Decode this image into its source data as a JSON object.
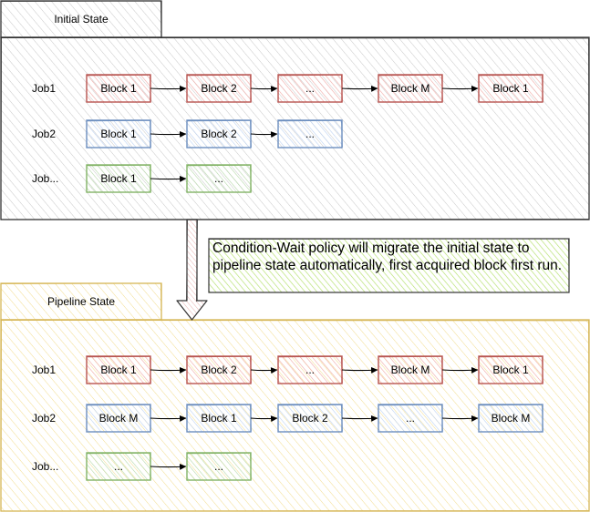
{
  "colors": {
    "panel_stroke": "#333333",
    "pipeline_stroke": "#d6b656",
    "pipeline_fill": "#fff2cc",
    "red_stroke": "#b85450",
    "red_fill": "#f8cecc",
    "blue_stroke": "#6c8ebf",
    "blue_fill": "#dae8fc",
    "green_stroke": "#82b366",
    "green_fill": "#d5e8d4",
    "note_fill": "#cdeb8b"
  },
  "initial": {
    "title": "Initial State",
    "jobs": [
      {
        "label": "Job1",
        "color": "red",
        "blocks": [
          "Block 1",
          "Block 2",
          "...",
          "Block M",
          "Block 1"
        ]
      },
      {
        "label": "Job2",
        "color": "blue",
        "blocks": [
          "Block 1",
          "Block 2",
          "..."
        ]
      },
      {
        "label": "Job...",
        "color": "green",
        "blocks": [
          "Block 1",
          "..."
        ]
      }
    ]
  },
  "note": "Condition-Wait policy will migrate the initial state to pipeline state automatically, first acquired block first run.",
  "pipeline": {
    "title": "Pipeline State",
    "jobs": [
      {
        "label": "Job1",
        "color": "red",
        "blocks": [
          "Block 1",
          "Block 2",
          "...",
          "Block M",
          "Block 1"
        ]
      },
      {
        "label": "Job2",
        "color": "blue",
        "blocks": [
          "Block M",
          "Block 1",
          "Block 2",
          "...",
          "Block M"
        ]
      },
      {
        "label": "Job...",
        "color": "green",
        "blocks": [
          "...",
          "..."
        ]
      }
    ]
  }
}
